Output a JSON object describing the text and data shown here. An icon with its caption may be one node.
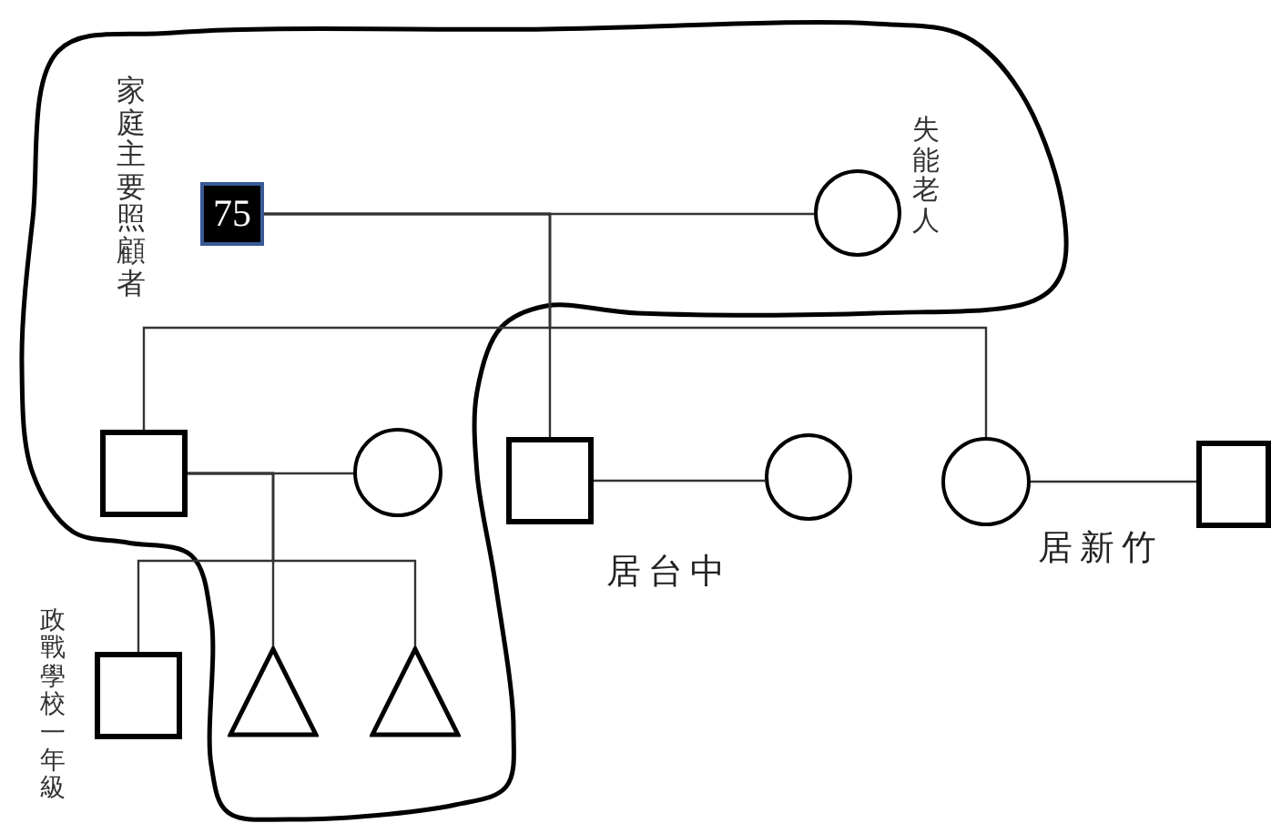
{
  "diagram": {
    "nodes": [
      {
        "text": [
          "75"
        ],
        "beside": [
          "家庭主要照顧者"
        ]
      },
      {
        "text": [],
        "shape": "circle",
        "beside": [
          "失能老人"
        ]
      },
      {
        "text": [],
        "shape": "box"
      },
      {
        "text": [],
        "shape": "circle"
      },
      {
        "text": [],
        "shape": "box"
      },
      {
        "text": [],
        "shape": "circle"
      },
      {
        "text": [],
        "shape": "circle"
      },
      {
        "text": [],
        "shape": "box"
      },
      {
        "text": [],
        "shape": "box",
        "beside": [
          "政戰學校一年級"
        ]
      },
      {
        "text": [],
        "shape": "triangle"
      },
      {
        "text": [],
        "shape": "triangle"
      }
    ],
    "edges": [
      {
        "from": 0,
        "to": 1,
        "arrow": "none"
      },
      {
        "from": 0,
        "to": 2,
        "arrow": "none"
      },
      {
        "from": 0,
        "to": 4,
        "arrow": "none"
      },
      {
        "from": 0,
        "to": 6,
        "arrow": "none"
      },
      {
        "from": 2,
        "to": 3,
        "arrow": "none"
      },
      {
        "from": 2,
        "to": 8,
        "arrow": "none"
      },
      {
        "from": 2,
        "to": 9,
        "arrow": "none"
      },
      {
        "from": 2,
        "to": 10,
        "arrow": "none"
      },
      {
        "from": 4,
        "to": 5,
        "arrow": "none"
      },
      {
        "from": 6,
        "to": 7,
        "arrow": "none"
      }
    ],
    "labels": [
      "居台中",
      "居新竹"
    ]
  }
}
